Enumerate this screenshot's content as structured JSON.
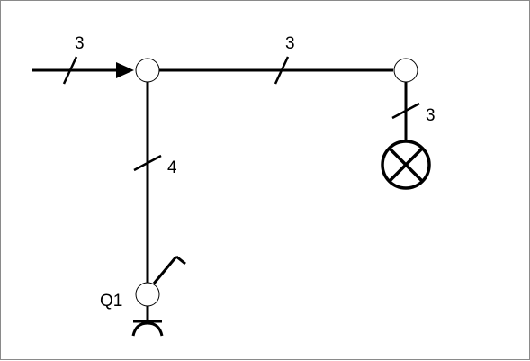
{
  "labels": {
    "incoming_conductors": "3",
    "top_line_conductors": "3",
    "lamp_conductors": "3",
    "vertical_line_conductors": "4",
    "switch_designation": "Q1"
  },
  "colors": {
    "stroke": "#000000",
    "background": "#ffffff",
    "border": "#8a8a8a",
    "node_fill": "#ffffff"
  },
  "icons": {
    "lamp": "lamp-icon",
    "switch": "switch-icon",
    "socket": "socket-icon",
    "arrow": "arrow-head-icon"
  }
}
